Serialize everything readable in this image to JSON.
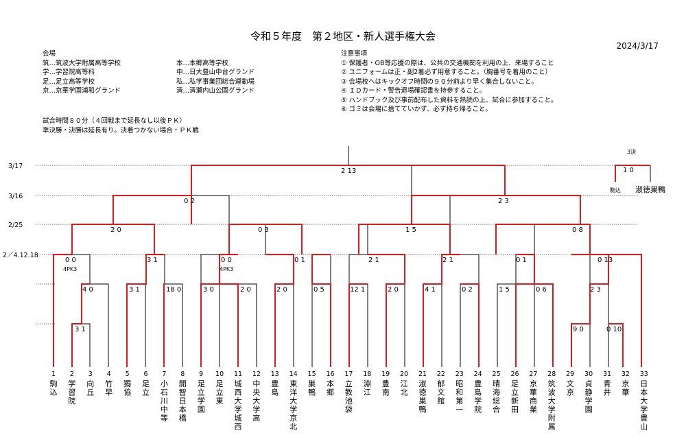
{
  "title": "令和５年度　第２地区・新人選手権大会",
  "date": "2024/3/17",
  "venues": {
    "heading": "会場",
    "items": [
      "筑…筑波大学附属高等学校",
      "学…学習院高等科",
      "足…足立高等学校",
      "京…京華学園浦和グランド",
      "本…本郷高等学校",
      "中…日大豊山中台グランド",
      "私…私学事業団総合運動場",
      "清…清瀬内山公園グランド"
    ]
  },
  "notes": {
    "heading": "注意事項",
    "items": [
      "① 保護者・OB等応援の際は、公共の交通機関を利用の上、来場すること",
      "② ユニフォームは正・副2着必ず用意すること。（胸番号を着用のこと）",
      "③ 会場校へはキックオフ時間の９０分前より早く集合しないこと。",
      "④ ＩＤカード・警告退場確認書を持参すること。",
      "⑤ ハンドブック及び事前配布した資料を熟読の上、試合に参加すること。",
      "⑥ ゴミは会場に捨てていかず、必ず持ち帰ること。"
    ]
  },
  "match_time": "試合時間８０分（４回戦まで延長なし以後ＰＫ）",
  "match_rule": "準決勝・決勝は延長有り。決着つかない場合・ＰＫ戦",
  "round_labels": [
    "3/17",
    "3/16",
    "2/25",
    "2／4.12.18"
  ],
  "third_place": {
    "label": "3決",
    "score": "1 0",
    "team_left": "駒込",
    "team_right": "淑徳巣鴨"
  },
  "teams": [
    {
      "num": "1",
      "name": "駒込"
    },
    {
      "num": "2",
      "name": "学習院"
    },
    {
      "num": "3",
      "name": "向丘"
    },
    {
      "num": "4",
      "name": "竹早"
    },
    {
      "num": "5",
      "name": "獨協"
    },
    {
      "num": "6",
      "name": "足立"
    },
    {
      "num": "7",
      "name": "小石川中等"
    },
    {
      "num": "8",
      "name": "開智日本橋"
    },
    {
      "num": "9",
      "name": "足立学園"
    },
    {
      "num": "10",
      "name": "足立東"
    },
    {
      "num": "11",
      "name": "城西大学城西"
    },
    {
      "num": "12",
      "name": "中央大学高"
    },
    {
      "num": "13",
      "name": "豊島"
    },
    {
      "num": "14",
      "name": "東洋大学京北"
    },
    {
      "num": "15",
      "name": "巣鴨"
    },
    {
      "num": "16",
      "name": "本郷"
    },
    {
      "num": "17",
      "name": "立教池袋"
    },
    {
      "num": "18",
      "name": "淵江"
    },
    {
      "num": "19",
      "name": "豊南"
    },
    {
      "num": "20",
      "name": "江北"
    },
    {
      "num": "21",
      "name": "淑徳巣鴨"
    },
    {
      "num": "22",
      "name": "郁文館"
    },
    {
      "num": "23",
      "name": "昭和第一"
    },
    {
      "num": "24",
      "name": "豊島学院"
    },
    {
      "num": "25",
      "name": "晴海総合"
    },
    {
      "num": "26",
      "name": "足立新田"
    },
    {
      "num": "27",
      "name": "京華商業"
    },
    {
      "num": "28",
      "name": "筑波大学附属"
    },
    {
      "num": "29",
      "name": "文京"
    },
    {
      "num": "30",
      "name": "貞静学園"
    },
    {
      "num": "31",
      "name": "青井"
    },
    {
      "num": "32",
      "name": "京華"
    },
    {
      "num": "33",
      "name": "日本大学豊山"
    }
  ],
  "scores": {
    "final": "2 13",
    "sf_left": "0 2",
    "sf_right": "2 3",
    "qf1": "2 0",
    "qf2": "0 3",
    "qf3": "1 5",
    "qf4": "0 8",
    "r16_1": "0 0",
    "r16_1_pk": "4PK3",
    "r16_2": "3 1",
    "r16_3": "0 0",
    "r16_3_pk": "4PK3",
    "r16_4": "0 1",
    "r16_5": "2 1",
    "r16_6": "2 1",
    "r16_7": "0 1",
    "r16_8": "0 13",
    "r1_3_4": "4 0",
    "r1_5_6": "3 1",
    "r1_7_8": "18 0",
    "r1_9_10": "3 0",
    "r1_11_12": "2 0",
    "r1_13_14": "2 0",
    "r1_15_16": "0 5",
    "r1_17_18": "12 1",
    "r1_19_20": "2 0",
    "r1_21_22": "4 1",
    "r1_23_24": "0 2",
    "r1_25_26": "1 5",
    "r1_27_28": "0 6",
    "r1_30_31": "2 3",
    "r0_2_3": "3 1",
    "r0_29_30": "9 0",
    "r0_31_32": "0 10"
  }
}
